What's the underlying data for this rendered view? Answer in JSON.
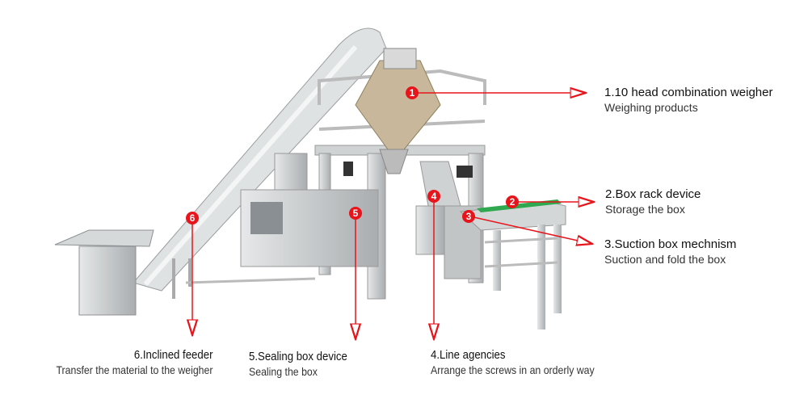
{
  "colors": {
    "accent": "#e8141b",
    "steel": "#c9cccd",
    "steel_dark": "#8d9193",
    "green": "#2fa84f"
  },
  "callouts": [
    {
      "number": "1",
      "title": "1.10 head combination weigher",
      "subtitle": "Weighing products"
    },
    {
      "number": "2",
      "title": "2.Box rack device",
      "subtitle": "Storage the box"
    },
    {
      "number": "3",
      "title": "3.Suction box mechnism",
      "subtitle": "Suction and fold the box"
    },
    {
      "number": "4",
      "title": "4.Line agencies",
      "subtitle": "Arrange the screws in an orderly way"
    },
    {
      "number": "5",
      "title": "5.Sealing box device",
      "subtitle": "Sealing the box"
    },
    {
      "number": "6",
      "title": "6.Inclined feeder",
      "subtitle": "Transfer the material to the weigher"
    }
  ]
}
